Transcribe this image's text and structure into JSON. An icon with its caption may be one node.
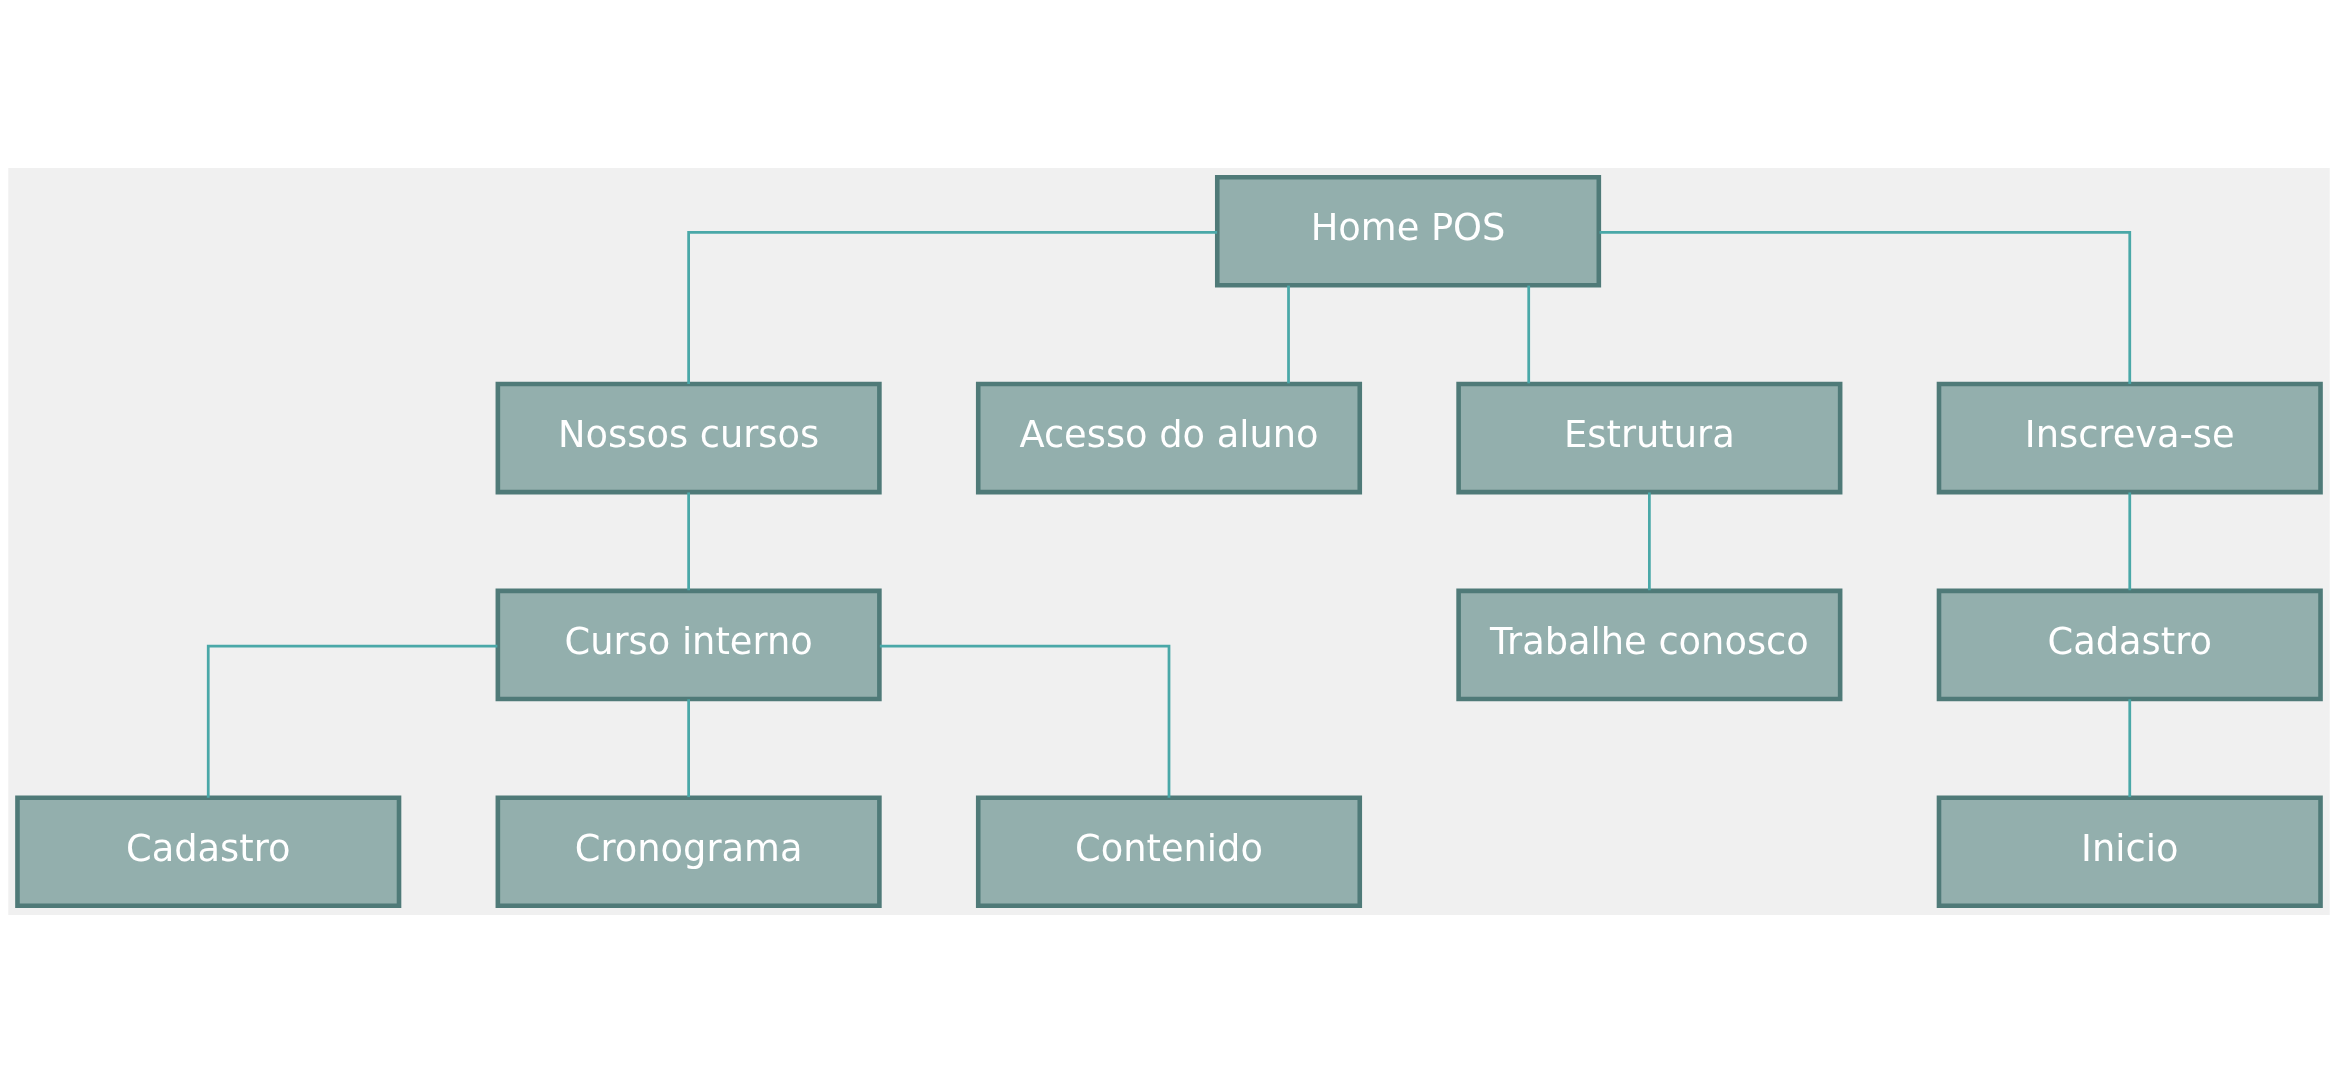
{
  "diagram": {
    "nodes": [
      {
        "text": [
          "Home POS"
        ]
      },
      {
        "text": [
          "Nossos cursos"
        ]
      },
      {
        "text": [
          "Acesso do aluno"
        ]
      },
      {
        "text": [
          "Estrutura"
        ]
      },
      {
        "text": [
          "Inscreva-se"
        ]
      },
      {
        "text": [
          "Curso interno"
        ]
      },
      {
        "text": [
          "Trabalhe conosco"
        ]
      },
      {
        "text": [
          "Cadastro"
        ]
      },
      {
        "text": [
          "Cadastro"
        ]
      },
      {
        "text": [
          "Cronograma"
        ]
      },
      {
        "text": [
          "Contenido"
        ]
      },
      {
        "text": [
          "Inicio"
        ]
      }
    ],
    "edges": [
      {
        "from": 0,
        "to": 1,
        "arrow": "none"
      },
      {
        "from": 0,
        "to": 2,
        "arrow": "none"
      },
      {
        "from": 0,
        "to": 3,
        "arrow": "none"
      },
      {
        "from": 0,
        "to": 4,
        "arrow": "none"
      },
      {
        "from": 1,
        "to": 5,
        "arrow": "none"
      },
      {
        "from": 3,
        "to": 6,
        "arrow": "none"
      },
      {
        "from": 4,
        "to": 7,
        "arrow": "none"
      },
      {
        "from": 5,
        "to": 8,
        "arrow": "none"
      },
      {
        "from": 5,
        "to": 9,
        "arrow": "none"
      },
      {
        "from": 5,
        "to": 10,
        "arrow": "none"
      },
      {
        "from": 7,
        "to": 11,
        "arrow": "none"
      }
    ]
  }
}
